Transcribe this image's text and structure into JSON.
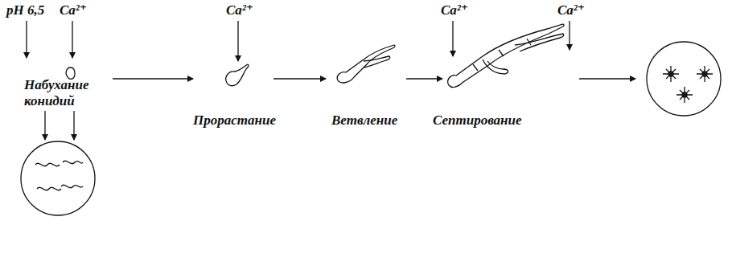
{
  "diagram": {
    "labels": [
      "pH 6,5",
      "Ca²⁺",
      "Ca²⁺",
      "Ca²⁺",
      "Ca²⁺",
      "Набухание конидий",
      "Прорастание",
      "Ветвление",
      "Септирование"
    ]
  }
}
